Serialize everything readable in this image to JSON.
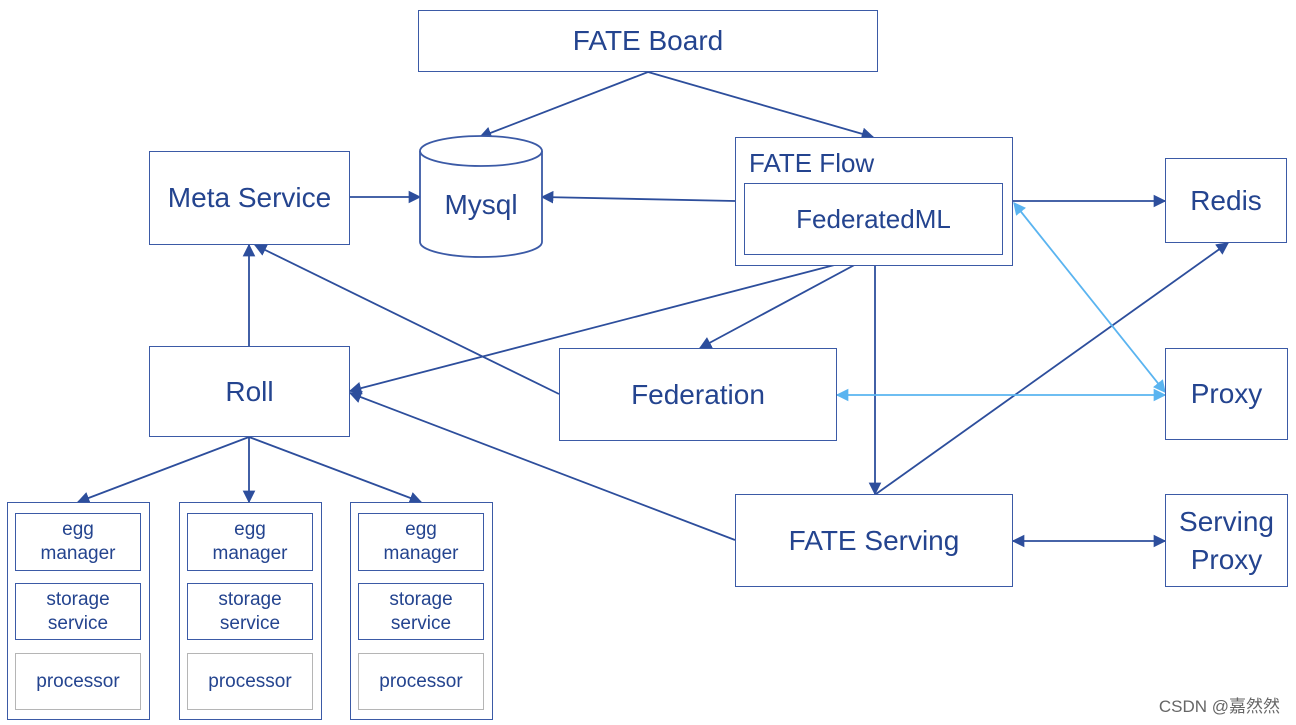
{
  "nodes": {
    "fate_board": "FATE Board",
    "meta_service": "Meta Service",
    "mysql": "Mysql",
    "fate_flow": "FATE Flow",
    "federated_ml": "FederatedML",
    "redis": "Redis",
    "roll": "Roll",
    "federation": "Federation",
    "proxy": "Proxy",
    "fate_serving": "FATE Serving",
    "serving_proxy": "Serving\nProxy"
  },
  "egg_groups": [
    {
      "egg_manager": "egg\nmanager",
      "storage_service": "storage\nservice",
      "processor": "processor"
    },
    {
      "egg_manager": "egg\nmanager",
      "storage_service": "storage\nservice",
      "processor": "processor"
    },
    {
      "egg_manager": "egg\nmanager",
      "storage_service": "storage\nservice",
      "processor": "processor"
    }
  ],
  "colors": {
    "border": "#3b5aa6",
    "text": "#24448f",
    "arrow_dark": "#2d4e9c",
    "arrow_light": "#5ab4f0",
    "processor_border": "#b5b5b5"
  },
  "watermark": "CSDN @嘉然然"
}
